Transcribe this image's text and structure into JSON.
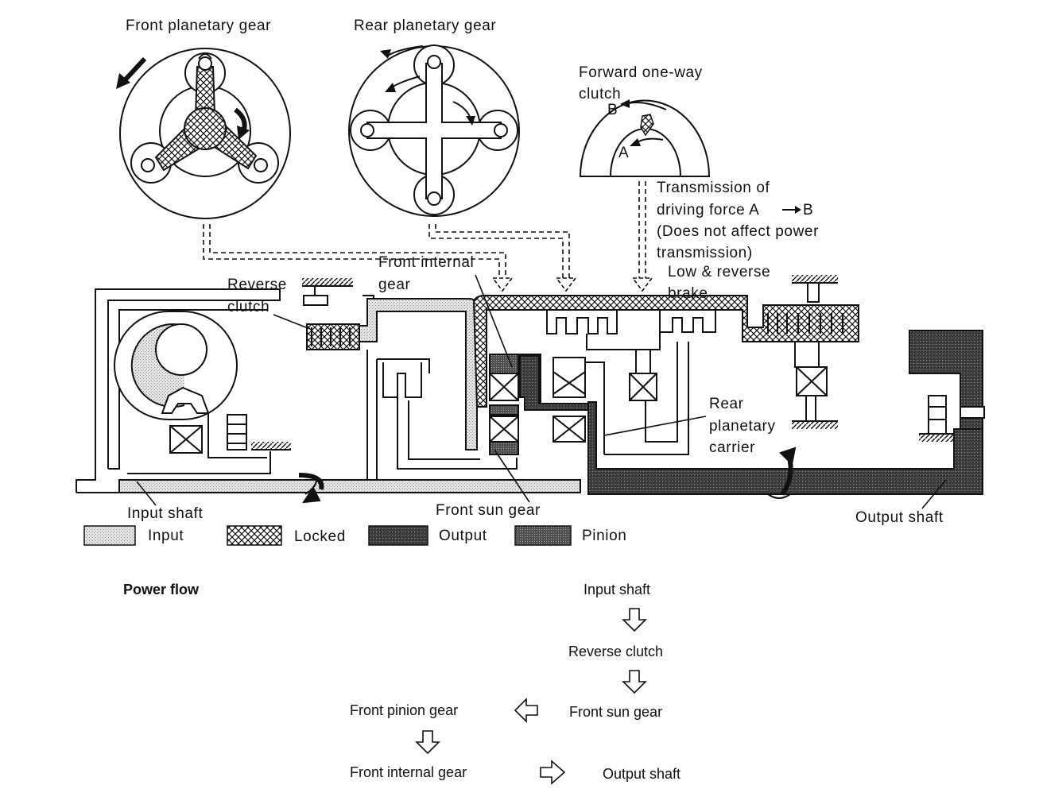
{
  "top_gears": {
    "front": "Front planetary gear",
    "rear": "Rear planetary gear"
  },
  "one_way_clutch": {
    "title_line1": "Forward one-way",
    "title_line2": "clutch",
    "point_a": "A",
    "point_b": "B",
    "note_line1": "Transmission of",
    "note_line2": "driving force A",
    "note_arrow_b": "B",
    "note_line3": "(Does not affect power",
    "note_line4": "transmission)"
  },
  "parts": {
    "front_internal_gear_1": "Front internal",
    "front_internal_gear_2": "gear",
    "reverse_clutch_1": "Reverse",
    "reverse_clutch_2": "clutch",
    "low_reverse_brake_1": "Low & reverse",
    "low_reverse_brake_2": "brake",
    "rear_carrier_1": "Rear",
    "rear_carrier_2": "planetary",
    "rear_carrier_3": "carrier",
    "input_shaft": "Input shaft",
    "front_sun_gear": "Front sun gear",
    "output_shaft": "Output shaft"
  },
  "legend": [
    {
      "label": "Input",
      "pattern": "input"
    },
    {
      "label": "Locked",
      "pattern": "locked"
    },
    {
      "label": "Output",
      "pattern": "output"
    },
    {
      "label": "Pinion",
      "pattern": "pinion"
    }
  ],
  "power_flow": {
    "title": "Power flow",
    "steps": {
      "input_shaft": "Input shaft",
      "reverse_clutch": "Reverse clutch",
      "front_sun_gear": "Front sun gear",
      "front_pinion_gear": "Front pinion gear",
      "front_internal_gear": "Front internal gear",
      "output_shaft": "Output shaft"
    }
  },
  "colors": {
    "line": "#111111",
    "input_fill": "#d6d6d6",
    "output_fill": "#4a4a4a",
    "pinion_fill": "#5a5a5a"
  }
}
